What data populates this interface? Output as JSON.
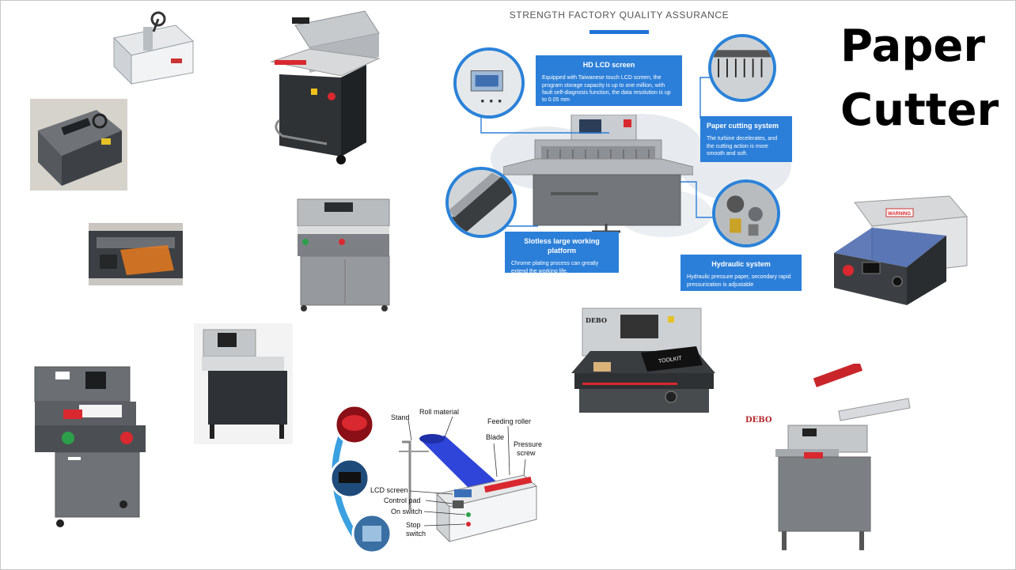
{
  "title": {
    "line1": "Paper",
    "line2": "Cutter"
  },
  "infographic": {
    "heading": "STRENGTH FACTORY QUALITY ASSURANCE",
    "features": [
      {
        "title": "HD LCD screen",
        "text": "Equipped with Taiwanese touch LCD screen, the program storage capacity is up to one million, with fault self-diagnosis function, the data resolution is up to 0.05 mm"
      },
      {
        "title": "Paper cutting system",
        "text": "The turbine decelerates, and the cutting action is more smooth and soft."
      },
      {
        "title": "Slotless large working platform",
        "text": "Chrome plating process can greatly extend the working life."
      },
      {
        "title": "Hydraulic system",
        "text": "Hydraulic pressure paper, secondary rapid pressurization is adjustable"
      }
    ]
  },
  "roll_cutter": {
    "labels": {
      "stand": "Stand",
      "roll_material": "Roll material",
      "feeding_roller": "Feeding roller",
      "blade": "Blade",
      "pressure_screw_1": "Pressure",
      "pressure_screw_2": "screw",
      "lcd_screen": "LCD screen",
      "control_pad": "Control pad",
      "on_switch": "On switch",
      "stop_switch_1": "Stop",
      "stop_switch_2": "switch"
    }
  },
  "brands": {
    "debo_tag": "DEBO",
    "debo_logo": "DEBO",
    "toolkit": "TOOLKIT",
    "warning": "WARNING"
  },
  "colors": {
    "accent_blue": "#2c7fd9",
    "machine_grey": "#5f6368",
    "red": "#d9282f"
  }
}
